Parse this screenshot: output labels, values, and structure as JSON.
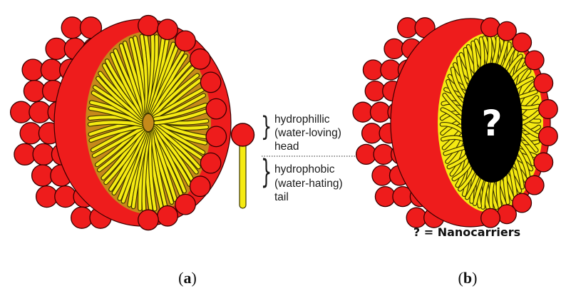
{
  "colors": {
    "head": "#ee1c1c",
    "head_stroke": "#3a0000",
    "tail": "#f5ea12",
    "tail_stroke": "#3a3300",
    "core": "#c58a1a",
    "nanocarrier": "#000000"
  },
  "legend": {
    "head_line1": "hydrophillic",
    "head_line2": "(water-loving)",
    "head_line3": "head",
    "tail_line1": "hydrophobic",
    "tail_line2": "(water-hating)",
    "tail_line3": "tail",
    "brace_symbol": "}"
  },
  "panel_b": {
    "core_symbol": "?",
    "caption": "? = Nanocarriers"
  },
  "labels": {
    "a_open": "(",
    "a_letter": "a",
    "a_close": ")",
    "b_open": "(",
    "b_letter": "b",
    "b_close": ")"
  }
}
